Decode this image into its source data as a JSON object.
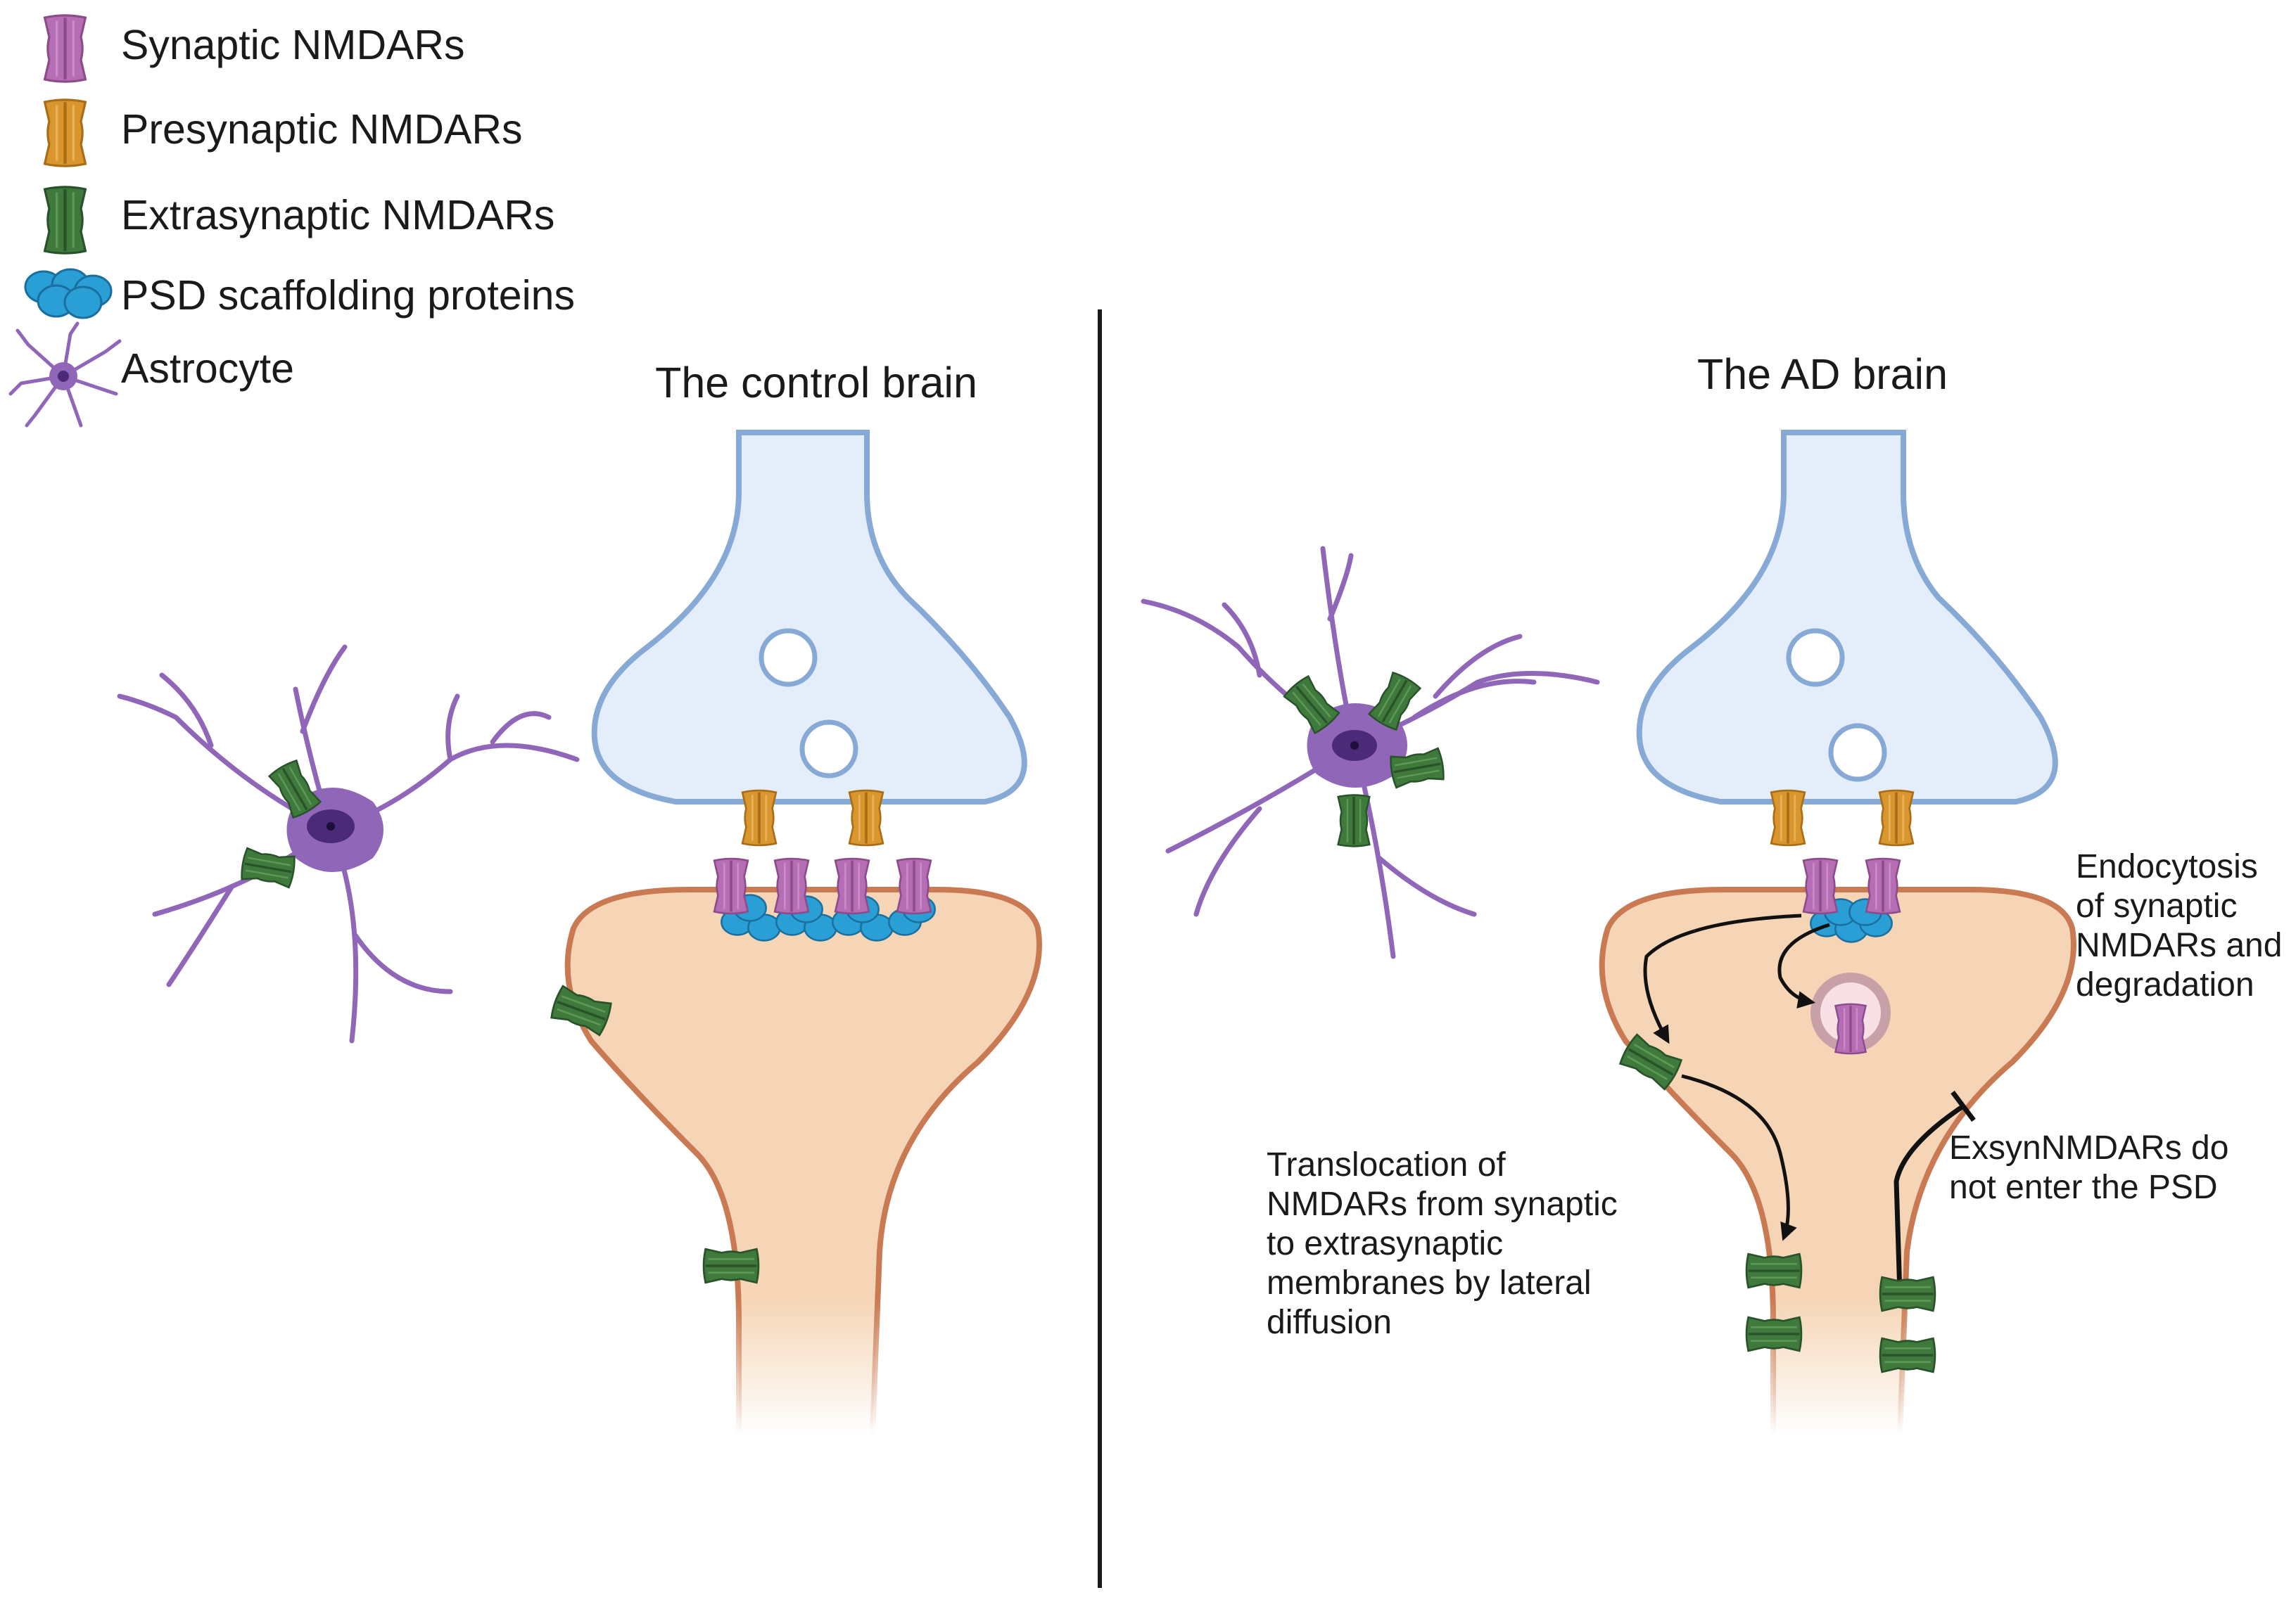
{
  "legend": {
    "items": [
      {
        "label": "Synaptic NMDARs",
        "icon": "synaptic-nmdar-icon"
      },
      {
        "label": "Presynaptic NMDARs",
        "icon": "presynaptic-nmdar-icon"
      },
      {
        "label": "Extrasynaptic NMDARs",
        "icon": "extrasynaptic-nmdar-icon"
      },
      {
        "label": "PSD scaffolding proteins",
        "icon": "psd-scaffold-icon"
      },
      {
        "label": "Astrocyte",
        "icon": "astrocyte-icon"
      }
    ]
  },
  "panels": {
    "control": {
      "title": "The control brain"
    },
    "ad": {
      "title": "The AD brain",
      "annotations": {
        "endocytosis": [
          "Endocytosis",
          "of synaptic",
          "NMDARs and",
          "degradation"
        ],
        "translocation": [
          "Translocation of",
          "NMDARs from synaptic",
          "to extrasynaptic",
          "membranes by lateral",
          "diffusion"
        ],
        "exsyn": [
          "ExsynNMDARs do",
          "not enter the PSD"
        ]
      }
    }
  },
  "colors": {
    "synaptic": "#b56db3",
    "presynaptic": "#d9962f",
    "extrasynaptic": "#3f7a3c",
    "psd": "#2a9fd6",
    "astrocyte": "#8f66b8",
    "presyn_fill": "#e3eefa",
    "postsyn_fill": "#f5d5b5"
  }
}
